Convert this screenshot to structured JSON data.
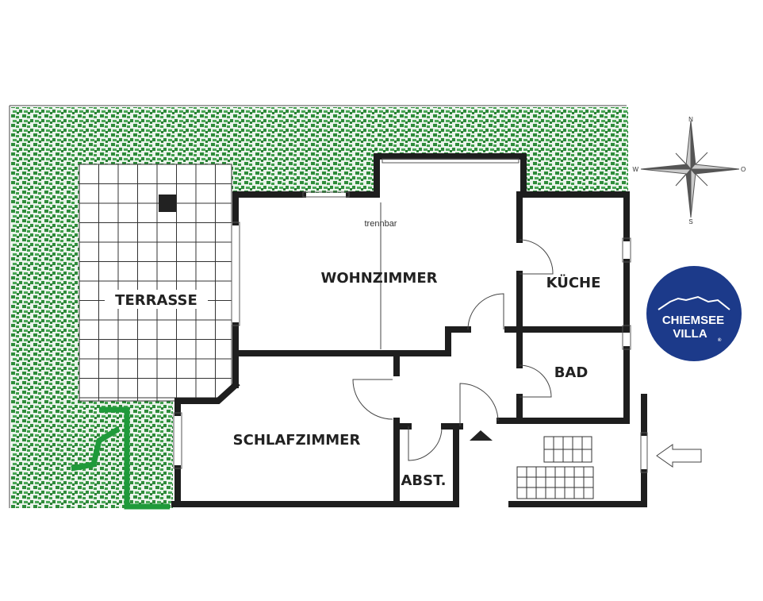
{
  "rooms": {
    "terrace": "TERRASSE",
    "living": "WOHNZIMMER",
    "living_note": "trennbar",
    "kitchen": "KÜCHE",
    "bath": "BAD",
    "bedroom": "SCHLAFZIMMER",
    "storage": "ABST."
  },
  "compass": {
    "north": "N",
    "west": "W",
    "east": "O",
    "south": "S"
  },
  "logo": {
    "line1": "CHIEMSEE",
    "line2": "VILLA",
    "mark": "®",
    "color": "#1c3a8a"
  },
  "colors": {
    "hedge": "#2e8b3a",
    "wall": "#1e1e1e",
    "path": "#1f9a3a"
  }
}
